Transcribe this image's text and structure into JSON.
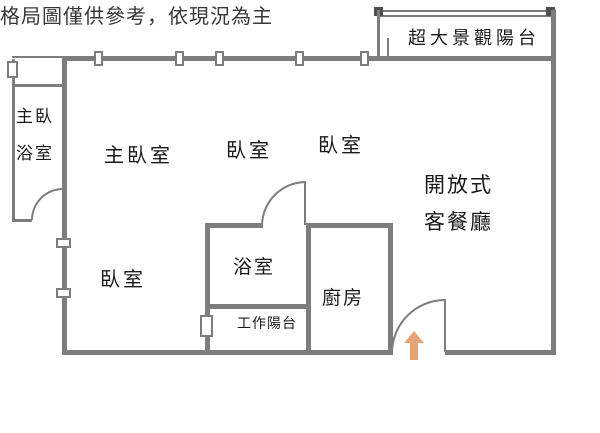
{
  "colors": {
    "wall": "#7d7d7d",
    "text": "#1a1a1a",
    "caption": "#383838",
    "arrow": "#e6a476",
    "background": "#ffffff"
  },
  "rooms": {
    "balcony": "超大景觀陽台",
    "master_bath": [
      "主臥",
      "浴室"
    ],
    "master_bedroom": "主臥室",
    "bedroom_top_mid": "臥室",
    "bedroom_top_right": "臥室",
    "living_dining": [
      "開放式",
      "客餐廳"
    ],
    "bedroom_lower": "臥室",
    "bathroom": "浴室",
    "kitchen": "廚房",
    "utility_balcony": "工作陽台"
  },
  "caption": "格局圖僅供參考，依現況為主",
  "icons": {
    "entry_arrow": "up-arrow"
  }
}
